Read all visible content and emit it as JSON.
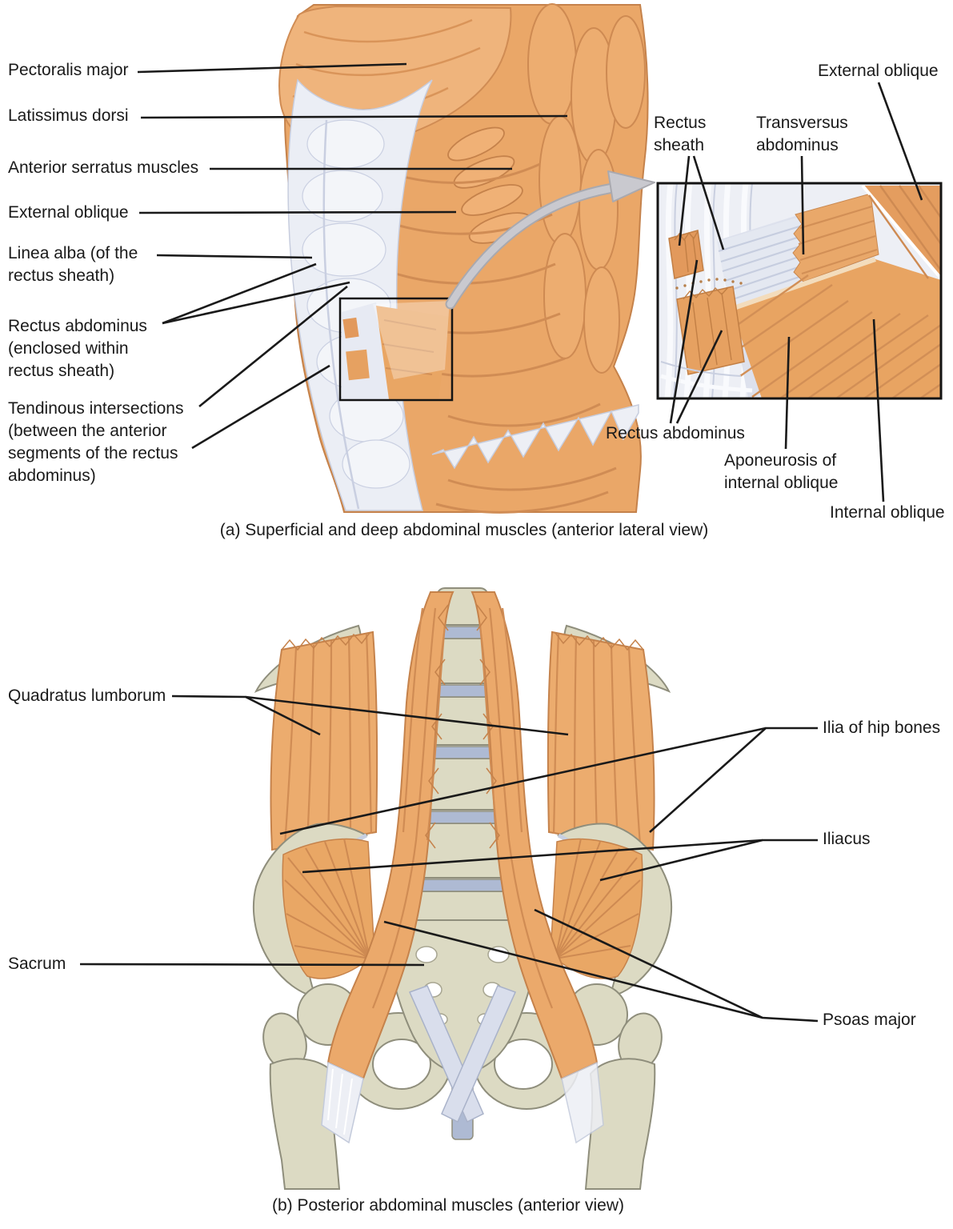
{
  "figure": {
    "panel_a": {
      "caption": "(a) Superficial and deep abdominal muscles (anterior lateral view)",
      "labels": {
        "pectoralis_major": "Pectoralis major",
        "latissimus_dorsi": "Latissimus dorsi",
        "anterior_serratus": "Anterior serratus muscles",
        "external_oblique": "External oblique",
        "linea_alba": "Linea alba (of the\nrectus sheath)",
        "rectus_abdominus_main": "Rectus abdominus\n(enclosed within\nrectus sheath)",
        "tendinous_intersections": "Tendinous intersections\n(between the anterior\nsegments of the rectus\nabdominus)"
      },
      "inset_labels": {
        "external_oblique": "External oblique",
        "rectus_sheath": "Rectus\nsheath",
        "transversus_abdominus": "Transversus\nabdominus",
        "rectus_abdominus": "Rectus abdominus",
        "aponeurosis_internal_oblique": "Aponeurosis of\ninternal oblique",
        "internal_oblique": "Internal oblique"
      }
    },
    "panel_b": {
      "caption": "(b) Posterior abdominal muscles (anterior view)",
      "labels": {
        "quadratus_lumborum": "Quadratus lumborum",
        "sacrum": "Sacrum",
        "ilia_of_hip_bones": "Ilia of hip bones",
        "iliacus": "Iliacus",
        "psoas_major": "Psoas major"
      }
    },
    "colors": {
      "muscle": "#EAA768",
      "muscle_shadow": "#C5824B",
      "muscle_highlight": "#F2C392",
      "sheath_white": "#EBEEF5",
      "sheath_shadow": "#C6CCDD",
      "bone": "#DCDAC3",
      "bone_outline": "#8F8E7C",
      "disc_blue": "#AEBAD3",
      "leader_line": "#1A1A1A",
      "arrow_gray": "#C9C9CF"
    }
  }
}
